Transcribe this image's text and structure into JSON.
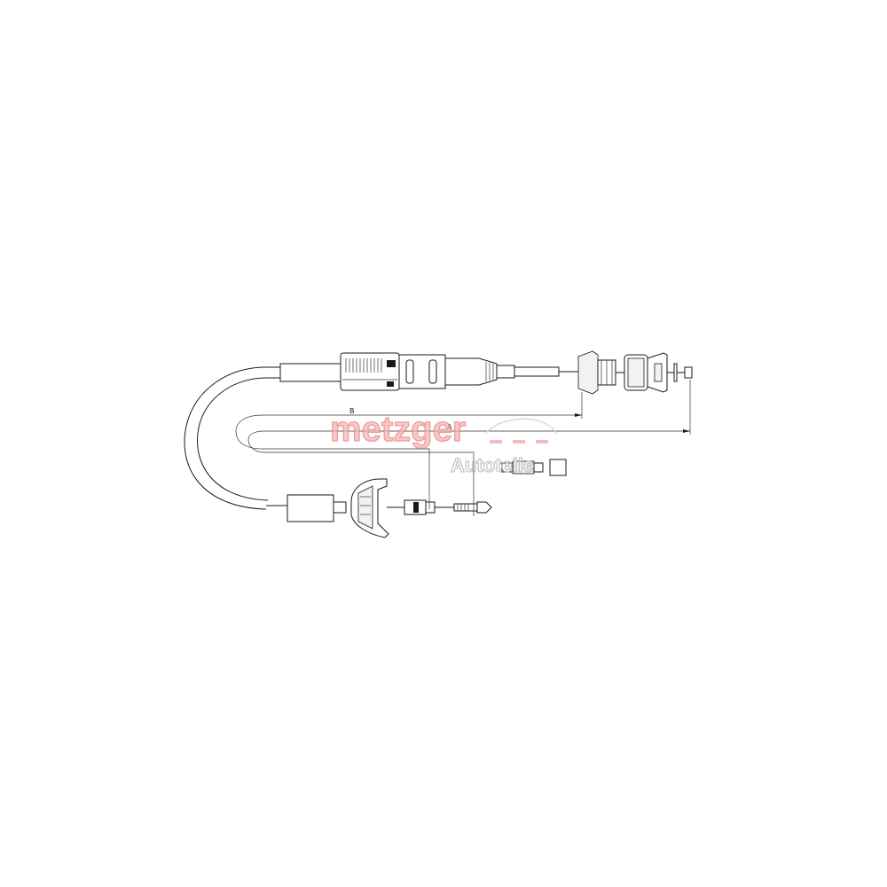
{
  "drawing": {
    "dimension_labels": {
      "b": "B",
      "a": "A"
    }
  },
  "watermark": {
    "brand": "metzger",
    "sub": "Autoteile"
  }
}
